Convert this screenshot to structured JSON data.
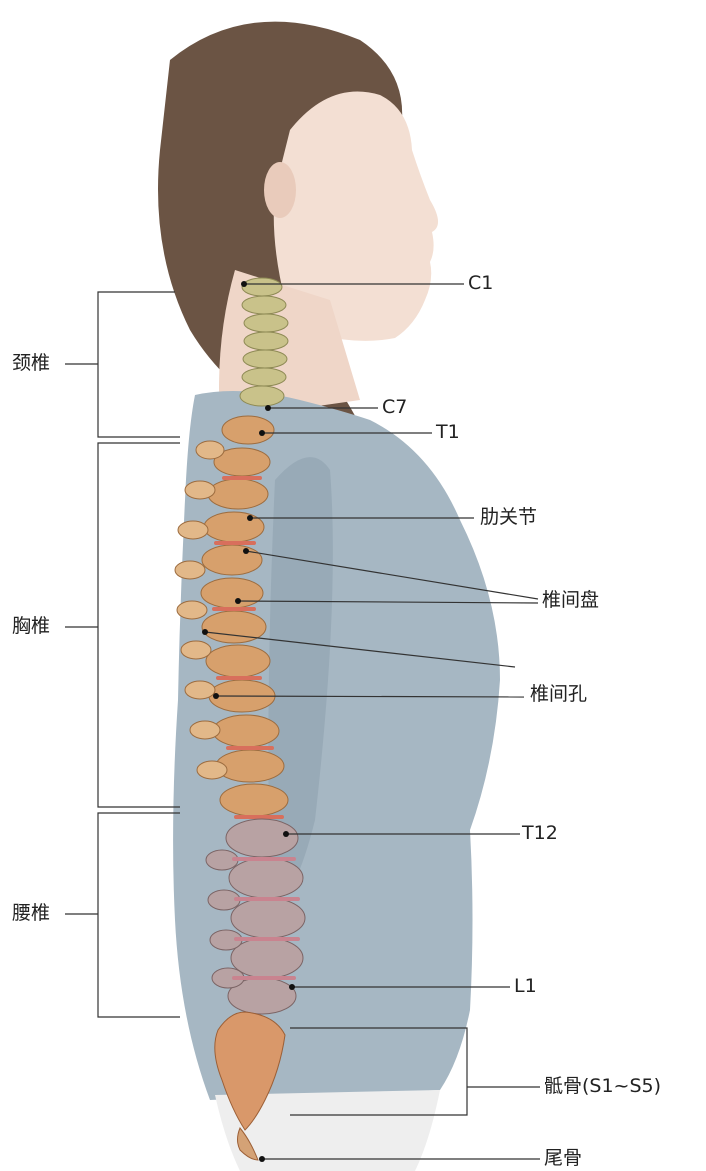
{
  "regions": {
    "cervical": "颈椎",
    "thoracic": "胸椎",
    "lumbar": "腰椎"
  },
  "labels": {
    "c1": "C1",
    "c7": "C7",
    "t1": "T1",
    "rib_joint": "肋关节",
    "disc": "椎间盘",
    "foramen": "椎间孔",
    "t12": "T12",
    "l1": "L1",
    "sacrum": "骶骨(S1~S5)",
    "coccyx": "尾骨"
  },
  "colors": {
    "hair": "#6b5444",
    "skin": "#f3dfd3",
    "shirt": "#a6b7c3",
    "cervical": "#c9c28a",
    "thoracic": "#d7a06c",
    "lumbar": "#b8a2a3",
    "sacrum": "#d9986a",
    "disc": "#d86f5c"
  }
}
